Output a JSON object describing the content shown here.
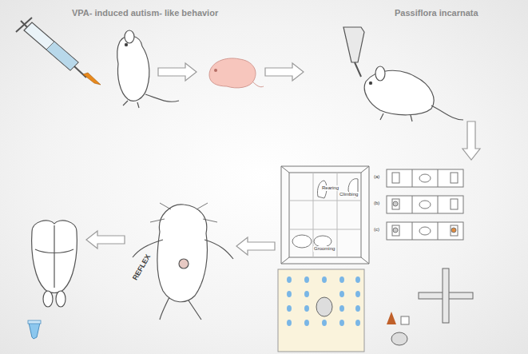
{
  "diagram": {
    "labels": [
      "VPA- induced autism- like behavior",
      "Passiflora incarnata",
      "Rearing",
      "Climbing",
      "Grooming",
      "(a)",
      "(b)",
      "(c)",
      "REFLEX"
    ]
  }
}
